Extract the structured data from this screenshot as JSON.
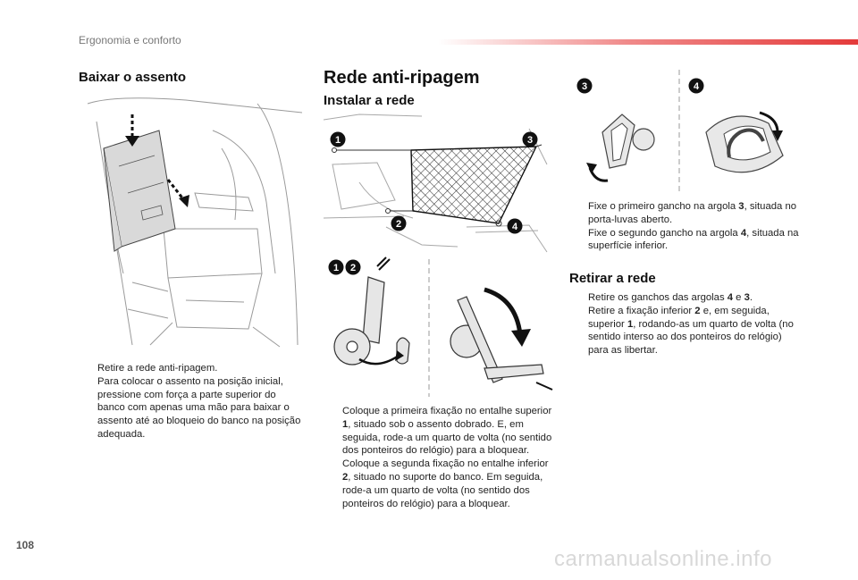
{
  "header": {
    "section": "Ergonomia e conforto"
  },
  "left": {
    "title": "Baixar o assento",
    "items": [
      "Retire a rede anti-ripagem.",
      "Para colocar o assento na posição inicial, pressione com força a parte superior do banco com apenas uma mão para baixar o assento até ao bloqueio do banco na posição adequada."
    ]
  },
  "middle": {
    "title": "Rede anti-ripagem",
    "subtitle": "Instalar a rede",
    "items": [
      {
        "a": "Coloque a primeira fixação no entalhe superior ",
        "b": "1",
        "c": ", situado sob o assento dobrado. E, em seguida, rode-a um quarto de volta (no sentido dos ponteiros do relógio) para a bloquear."
      },
      {
        "a": "Coloque a segunda fixação no entalhe inferior ",
        "b": "2",
        "c": ", situado no suporte do banco. Em seguida, rode-a um quarto de volta (no sentido dos ponteiros do relógio) para a bloquear."
      }
    ]
  },
  "right": {
    "items": [
      {
        "a": "Fixe o primeiro gancho na argola ",
        "b": "3",
        "c": ", situada no porta-luvas aberto."
      },
      {
        "a": "Fixe o segundo gancho na argola ",
        "b": "4",
        "c": ", situada na superfície inferior."
      }
    ],
    "remove_title": "Retirar a rede",
    "remove_items": [
      {
        "a": "Retire os ganchos das argolas ",
        "b": "4",
        "m": " e ",
        "d": "3",
        "c": "."
      },
      {
        "a": "Retire a fixação inferior ",
        "b": "2",
        "c": " e, em seguida, superior ",
        "d": "1",
        "e": ", rodando-as um quarto de volta (no sentido interso ao dos ponteiros do relógio) para as libertar."
      }
    ]
  },
  "labels": {
    "n1": "1",
    "n2": "2",
    "n3": "3",
    "n4": "4"
  },
  "bullet_glyph": "",
  "page_number": "108",
  "watermark": "carmanualsonline.info",
  "colors": {
    "accent": "#e43a3a",
    "ink": "#222222",
    "muted": "#777777"
  }
}
